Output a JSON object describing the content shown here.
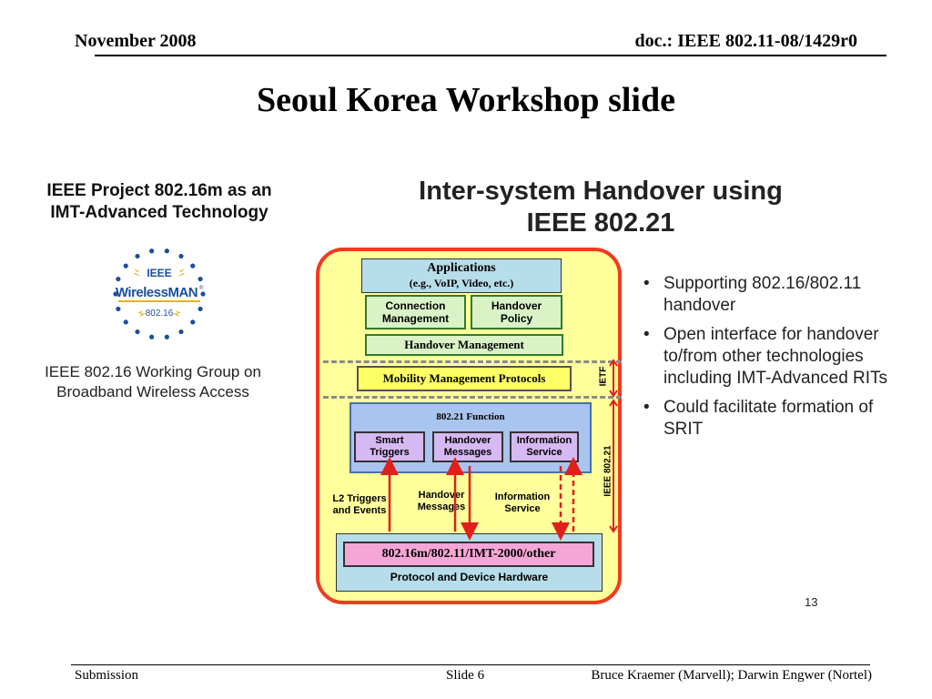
{
  "header": {
    "date": "November 2008",
    "doc": "doc.: IEEE 802.11-08/1429r0"
  },
  "title": "Seoul Korea Workshop slide",
  "left_panel": {
    "heading_line1": "IEEE Project 802.16m as an",
    "heading_line2": "IMT-Advanced Technology",
    "logo": {
      "top": "IEEE",
      "main": "WirelessMAN",
      "reg": "®",
      "bottom": "802.16"
    },
    "wg_line1": "IEEE 802.16 Working Group on",
    "wg_line2": "Broadband Wireless Access"
  },
  "diagram": {
    "title_line1": "Inter-system Handover using",
    "title_line2": "IEEE 802.21",
    "applications": "Applications",
    "applications_sub": "(e.g., VoIP, Video, etc.)",
    "connection_management_1": "Connection",
    "connection_management_2": "Management",
    "handover_policy_1": "Handover",
    "handover_policy_2": "Policy",
    "handover_management": "Handover Management",
    "mobility_protocols": "Mobility Management Protocols",
    "function_label": "802.21 Function",
    "smart_triggers_1": "Smart",
    "smart_triggers_2": "Triggers",
    "handover_messages_1": "Handover",
    "handover_messages_2": "Messages",
    "information_service_1": "Information",
    "information_service_2": "Service",
    "l2_triggers_1": "L2 Triggers",
    "l2_triggers_2": "and Events",
    "lower_handover_1": "Handover",
    "lower_handover_2": "Messages",
    "lower_info_1": "Information",
    "lower_info_2": "Service",
    "ietf": "IETF",
    "ieee_80221": "IEEE 802.21",
    "standards": "802.16m/802.11/IMT-2000/other",
    "hardware": "Protocol and Device Hardware"
  },
  "bullets": [
    "Supporting 802.16/802.11 handover",
    "Open interface for handover to/from other technologies including IMT-Advanced RITs",
    "Could facilitate formation of SRIT"
  ],
  "slide_page_number": "13",
  "footer": {
    "left": "Submission",
    "center": "Slide 6",
    "right": "Bruce Kraemer (Marvell); Darwin Engwer (Nortel)"
  },
  "colors": {
    "frame_border": "#f23a1e",
    "frame_fill": "#ffff9b",
    "arrow_red": "#e0201a",
    "logo_blue": "#1b4f9c",
    "logo_gold": "#e9b219"
  }
}
